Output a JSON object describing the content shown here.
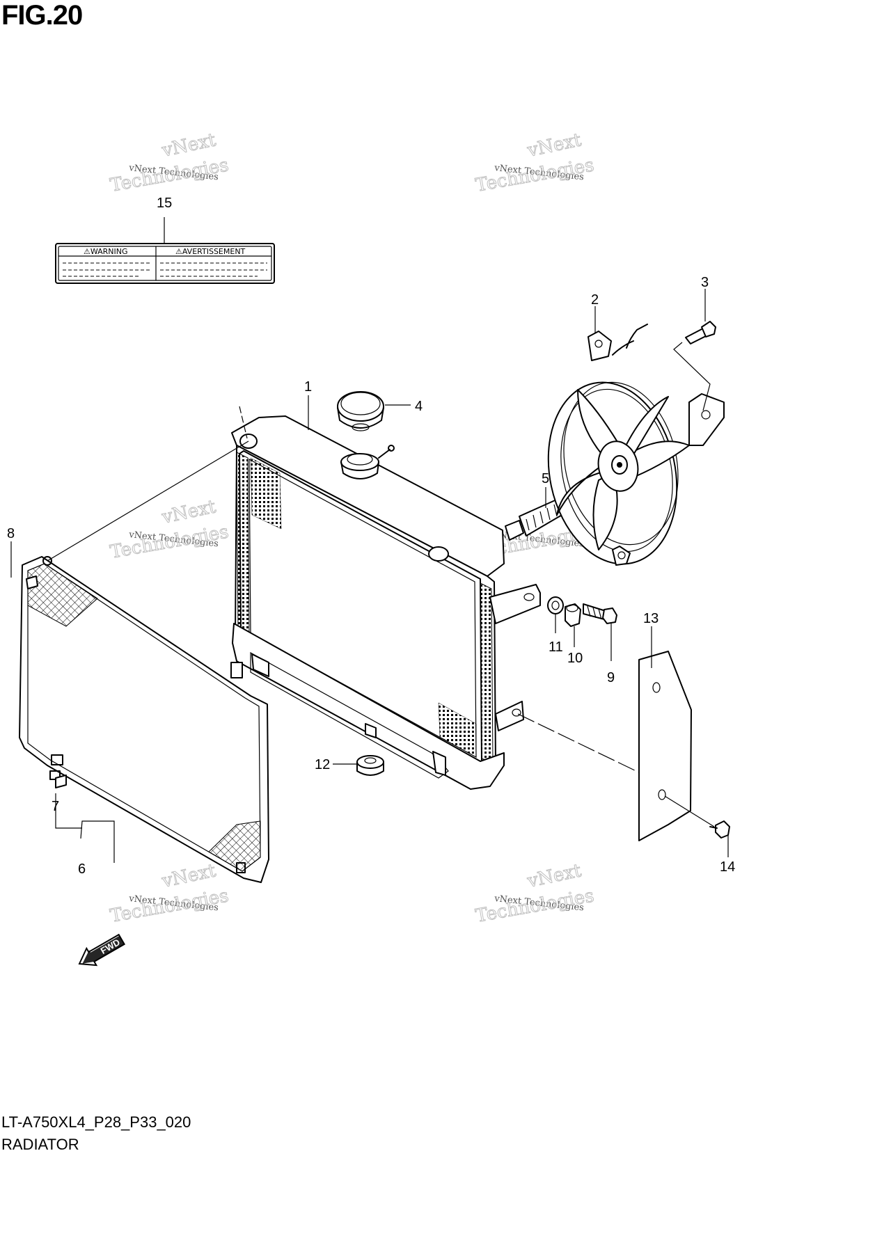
{
  "figure": {
    "title": "FIG.20",
    "model_code": "LT-A750XL4_P28_P33_020",
    "name": "RADIATOR"
  },
  "warning_label": {
    "left_heading": "⚠WARNING",
    "right_heading": "⚠AVERTISSEMENT"
  },
  "fwd_label": "FWD",
  "callouts": [
    "1",
    "2",
    "3",
    "4",
    "5",
    "6",
    "7",
    "8",
    "9",
    "10",
    "11",
    "12",
    "13",
    "14",
    "15"
  ],
  "watermark": {
    "line1": "vNext",
    "line2": "vNext Technologies",
    "line3": "Technologies"
  }
}
